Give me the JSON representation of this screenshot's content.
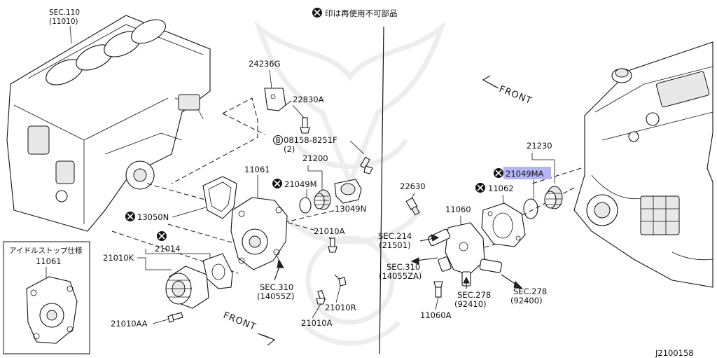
{
  "header": {
    "note": "印は再使用不可部品"
  },
  "diagram_code": "J2100158",
  "inset": {
    "title": "アイドルストップ仕様",
    "part_no": "11061"
  },
  "front_labels": {
    "left": "FRONT",
    "right": "FRONT"
  },
  "parts_left": {
    "sec110": "SEC.110",
    "sec110_ref": "(11010)",
    "p24236g": "24236G",
    "p22830a": "22830A",
    "p08158": "08158-8251F",
    "p08158_qty": "(2)",
    "p08158_prefix": "B",
    "p21200": "21200",
    "p11061": "11061",
    "p21049m": "21049M",
    "p13049n": "13049N",
    "p13050n": "13050N",
    "p21014": "21014",
    "p21010k": "21010K",
    "p21010a_1": "21010A",
    "sec310": "SEC.310",
    "sec310_ref": "(14055Z)",
    "p21010r": "21010R",
    "p21010a_2": "21010A",
    "p21010aa": "21010AA"
  },
  "parts_right": {
    "p21230": "21230",
    "p21049ma": "21049MA",
    "p22630": "22630",
    "p11062": "11062",
    "p11060": "11060",
    "sec214": "SEC.214",
    "sec214_ref": "(21501)",
    "sec310": "SEC.310",
    "sec310_ref": "(14055ZA)",
    "sec278a": "SEC.278",
    "sec278a_ref": "(92410)",
    "sec278b": "SEC.278",
    "sec278b_ref": "(92400)",
    "p11060a": "11060A"
  },
  "colors": {
    "ink": "#111111",
    "highlight": "#b3b6f2",
    "background": "#ffffff"
  }
}
